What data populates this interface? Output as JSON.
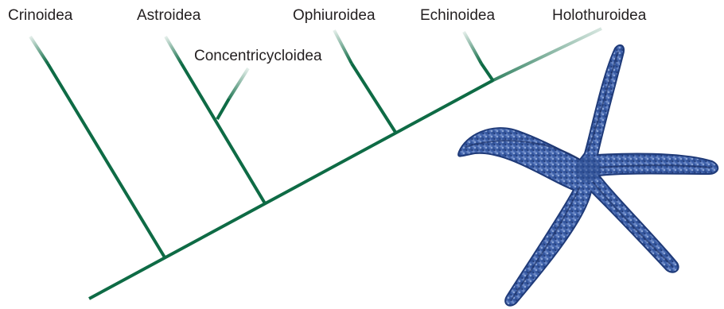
{
  "taxa": {
    "crinoidea": "Crinoidea",
    "astroidea": "Astroidea",
    "concentricycloidea": "Concentricycloidea",
    "ophiuroidea": "Ophiuroidea",
    "echinoidea": "Echinoidea",
    "holothuroidea": "Holothuroidea"
  },
  "colors": {
    "branch": "#0e6b45",
    "starfish_body": "#3b5ea8",
    "starfish_dark": "#1f3a78",
    "starfish_light": "#8fa8d8",
    "label_text": "#231f20"
  },
  "illustration": {
    "icon": "starfish-icon"
  }
}
